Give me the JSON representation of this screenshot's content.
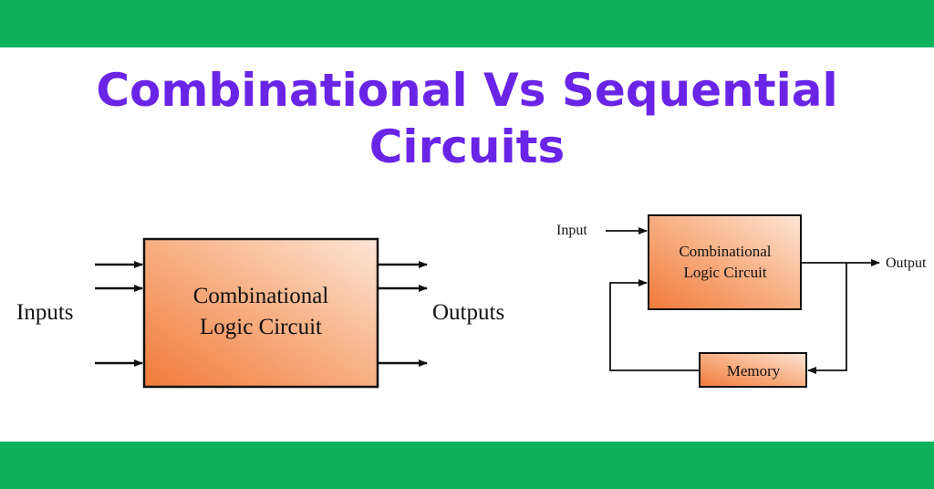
{
  "colors": {
    "band": "#0db35c",
    "title": "#6a24e6",
    "block_gradient": [
      "#f07a3a",
      "#fde6d6"
    ]
  },
  "title": {
    "line1": "Combinational Vs Sequential",
    "line2": "Circuits"
  },
  "combinational_diagram": {
    "block_label_line1": "Combinational",
    "block_label_line2": "Logic Circuit",
    "inputs_label": "Inputs",
    "outputs_label": "Outputs"
  },
  "sequential_diagram": {
    "input_label": "Input",
    "output_label": "Output",
    "block_label_line1": "Combinational",
    "block_label_line2": "Logic Circuit",
    "memory_label": "Memory"
  }
}
